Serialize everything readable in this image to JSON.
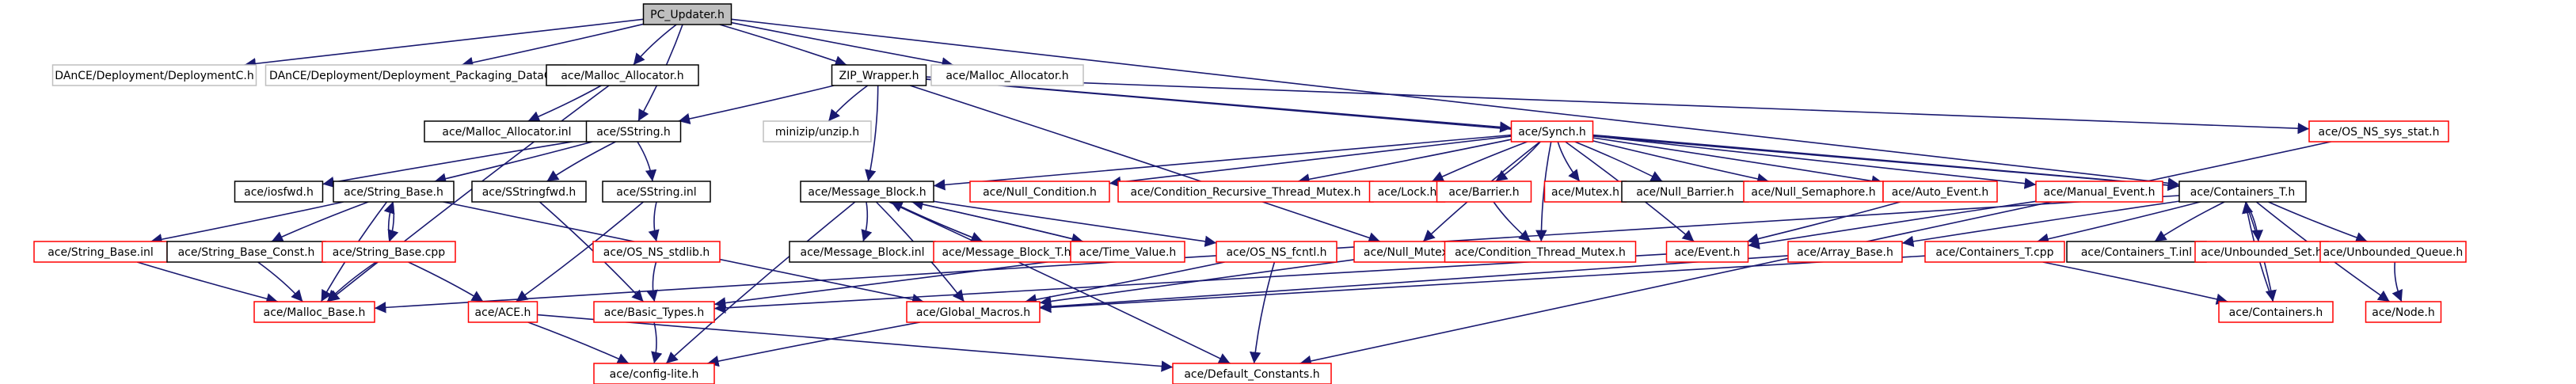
{
  "nodes": [
    {
      "id": "pc_updater",
      "label": "PC_Updater.h",
      "style": "root"
    },
    {
      "id": "deploymentc",
      "label": "DAnCE/Deployment/DeploymentC.h",
      "style": "plain"
    },
    {
      "id": "deployment_packaging",
      "label": "DAnCE/Deployment/Deployment_Packaging_DataC.h",
      "style": "plain"
    },
    {
      "id": "malloc_allocator_h_b",
      "label": "ace/Malloc_Allocator.h",
      "style": "black"
    },
    {
      "id": "zip_wrapper",
      "label": "ZIP_Wrapper.h",
      "style": "black"
    },
    {
      "id": "malloc_allocator_h_p",
      "label": "ace/Malloc_Allocator.h",
      "style": "plain"
    },
    {
      "id": "malloc_allocator_inl",
      "label": "ace/Malloc_Allocator.inl",
      "style": "black"
    },
    {
      "id": "sstring_h",
      "label": "ace/SString.h",
      "style": "black"
    },
    {
      "id": "minizip_unzip",
      "label": "minizip/unzip.h",
      "style": "plain"
    },
    {
      "id": "synch_h",
      "label": "ace/Synch.h",
      "style": "red"
    },
    {
      "id": "os_ns_sys_stat",
      "label": "ace/OS_NS_sys_stat.h",
      "style": "red"
    },
    {
      "id": "iosfwd",
      "label": "ace/iosfwd.h",
      "style": "black"
    },
    {
      "id": "string_base_h",
      "label": "ace/String_Base.h",
      "style": "black"
    },
    {
      "id": "sstringfwd",
      "label": "ace/SStringfwd.h",
      "style": "black"
    },
    {
      "id": "sstring_inl",
      "label": "ace/SString.inl",
      "style": "black"
    },
    {
      "id": "message_block_h",
      "label": "ace/Message_Block.h",
      "style": "black"
    },
    {
      "id": "null_condition",
      "label": "ace/Null_Condition.h",
      "style": "red"
    },
    {
      "id": "cond_recursive",
      "label": "ace/Condition_Recursive_Thread_Mutex.h",
      "style": "red"
    },
    {
      "id": "lock_h",
      "label": "ace/Lock.h",
      "style": "red"
    },
    {
      "id": "barrier_h",
      "label": "ace/Barrier.h",
      "style": "red"
    },
    {
      "id": "mutex_h",
      "label": "ace/Mutex.h",
      "style": "red"
    },
    {
      "id": "null_barrier",
      "label": "ace/Null_Barrier.h",
      "style": "black"
    },
    {
      "id": "null_semaphore",
      "label": "ace/Null_Semaphore.h",
      "style": "red"
    },
    {
      "id": "auto_event",
      "label": "ace/Auto_Event.h",
      "style": "red"
    },
    {
      "id": "manual_event",
      "label": "ace/Manual_Event.h",
      "style": "red"
    },
    {
      "id": "containers_t_h",
      "label": "ace/Containers_T.h",
      "style": "black"
    },
    {
      "id": "string_base_inl",
      "label": "ace/String_Base.inl",
      "style": "red"
    },
    {
      "id": "string_base_const",
      "label": "ace/String_Base_Const.h",
      "style": "black"
    },
    {
      "id": "string_base_cpp",
      "label": "ace/String_Base.cpp",
      "style": "red"
    },
    {
      "id": "os_ns_stdlib",
      "label": "ace/OS_NS_stdlib.h",
      "style": "red"
    },
    {
      "id": "message_block_inl",
      "label": "ace/Message_Block.inl",
      "style": "black"
    },
    {
      "id": "message_block_t",
      "label": "ace/Message_Block_T.h",
      "style": "red"
    },
    {
      "id": "time_value",
      "label": "ace/Time_Value.h",
      "style": "red"
    },
    {
      "id": "os_ns_fcntl",
      "label": "ace/OS_NS_fcntl.h",
      "style": "red"
    },
    {
      "id": "null_mutex",
      "label": "ace/Null_Mutex.h",
      "style": "red"
    },
    {
      "id": "cond_thread_mutex",
      "label": "ace/Condition_Thread_Mutex.h",
      "style": "red"
    },
    {
      "id": "event_h",
      "label": "ace/Event.h",
      "style": "red"
    },
    {
      "id": "array_base",
      "label": "ace/Array_Base.h",
      "style": "red"
    },
    {
      "id": "containers_t_cpp",
      "label": "ace/Containers_T.cpp",
      "style": "red"
    },
    {
      "id": "containers_t_inl",
      "label": "ace/Containers_T.inl",
      "style": "black"
    },
    {
      "id": "unbounded_set",
      "label": "ace/Unbounded_Set.h",
      "style": "red"
    },
    {
      "id": "unbounded_queue",
      "label": "ace/Unbounded_Queue.h",
      "style": "red"
    },
    {
      "id": "malloc_base",
      "label": "ace/Malloc_Base.h",
      "style": "red"
    },
    {
      "id": "ace_h",
      "label": "ace/ACE.h",
      "style": "red"
    },
    {
      "id": "basic_types",
      "label": "ace/Basic_Types.h",
      "style": "red"
    },
    {
      "id": "global_macros",
      "label": "ace/Global_Macros.h",
      "style": "red"
    },
    {
      "id": "containers_h",
      "label": "ace/Containers.h",
      "style": "red"
    },
    {
      "id": "node_h",
      "label": "ace/Node.h",
      "style": "red"
    },
    {
      "id": "config_lite",
      "label": "ace/config-lite.h",
      "style": "red"
    },
    {
      "id": "default_constants",
      "label": "ace/Default_Constants.h",
      "style": "red"
    }
  ],
  "edges": [
    [
      "pc_updater",
      "deploymentc"
    ],
    [
      "pc_updater",
      "deployment_packaging"
    ],
    [
      "pc_updater",
      "malloc_allocator_h_b"
    ],
    [
      "pc_updater",
      "zip_wrapper"
    ],
    [
      "pc_updater",
      "malloc_allocator_h_p"
    ],
    [
      "pc_updater",
      "sstring_h"
    ],
    [
      "pc_updater",
      "containers_t_h"
    ],
    [
      "malloc_allocator_h_b",
      "malloc_allocator_inl"
    ],
    [
      "malloc_allocator_h_b",
      "malloc_base"
    ],
    [
      "zip_wrapper",
      "sstring_h"
    ],
    [
      "zip_wrapper",
      "minizip_unzip"
    ],
    [
      "zip_wrapper",
      "synch_h"
    ],
    [
      "zip_wrapper",
      "os_ns_sys_stat"
    ],
    [
      "zip_wrapper",
      "message_block_h"
    ],
    [
      "zip_wrapper",
      "containers_t_h"
    ],
    [
      "zip_wrapper",
      "null_mutex"
    ],
    [
      "sstring_h",
      "iosfwd"
    ],
    [
      "sstring_h",
      "string_base_h"
    ],
    [
      "sstring_h",
      "sstringfwd"
    ],
    [
      "sstring_h",
      "sstring_inl"
    ],
    [
      "synch_h",
      "null_condition"
    ],
    [
      "synch_h",
      "cond_recursive"
    ],
    [
      "synch_h",
      "lock_h"
    ],
    [
      "synch_h",
      "barrier_h"
    ],
    [
      "synch_h",
      "mutex_h"
    ],
    [
      "synch_h",
      "null_barrier"
    ],
    [
      "synch_h",
      "null_semaphore"
    ],
    [
      "synch_h",
      "auto_event"
    ],
    [
      "synch_h",
      "manual_event"
    ],
    [
      "synch_h",
      "containers_t_h"
    ],
    [
      "synch_h",
      "cond_thread_mutex"
    ],
    [
      "synch_h",
      "event_h"
    ],
    [
      "synch_h",
      "null_mutex"
    ],
    [
      "synch_h",
      "message_block_h"
    ],
    [
      "os_ns_sys_stat",
      "default_constants"
    ],
    [
      "string_base_h",
      "string_base_inl"
    ],
    [
      "string_base_h",
      "string_base_const"
    ],
    [
      "string_base_h",
      "string_base_cpp"
    ],
    [
      "string_base_h",
      "malloc_base"
    ],
    [
      "string_base_h",
      "global_macros"
    ],
    [
      "string_base_cpp",
      "string_base_h"
    ],
    [
      "string_base_cpp",
      "ace_h"
    ],
    [
      "string_base_cpp",
      "malloc_base"
    ],
    [
      "sstringfwd",
      "basic_types"
    ],
    [
      "sstring_inl",
      "os_ns_stdlib"
    ],
    [
      "sstring_inl",
      "ace_h"
    ],
    [
      "string_base_inl",
      "malloc_base"
    ],
    [
      "string_base_const",
      "malloc_base"
    ],
    [
      "os_ns_stdlib",
      "basic_types"
    ],
    [
      "message_block_h",
      "message_block_inl"
    ],
    [
      "message_block_h",
      "message_block_t"
    ],
    [
      "message_block_h",
      "time_value"
    ],
    [
      "message_block_h",
      "os_ns_fcntl"
    ],
    [
      "message_block_h",
      "global_macros"
    ],
    [
      "message_block_h",
      "config_lite"
    ],
    [
      "message_block_h",
      "default_constants"
    ],
    [
      "message_block_t",
      "message_block_h"
    ],
    [
      "time_value",
      "message_block_h"
    ],
    [
      "time_value",
      "basic_types"
    ],
    [
      "os_ns_fcntl",
      "global_macros"
    ],
    [
      "os_ns_fcntl",
      "default_constants"
    ],
    [
      "null_mutex",
      "global_macros"
    ],
    [
      "barrier_h",
      "cond_thread_mutex"
    ],
    [
      "auto_event",
      "event_h"
    ],
    [
      "manual_event",
      "event_h"
    ],
    [
      "event_h",
      "basic_types"
    ],
    [
      "containers_t_h",
      "array_base"
    ],
    [
      "containers_t_h",
      "containers_t_cpp"
    ],
    [
      "containers_t_h",
      "containers_t_inl"
    ],
    [
      "containers_t_h",
      "unbounded_set"
    ],
    [
      "containers_t_h",
      "unbounded_queue"
    ],
    [
      "containers_t_h",
      "containers_h"
    ],
    [
      "containers_t_h",
      "node_h"
    ],
    [
      "containers_t_h",
      "malloc_base"
    ],
    [
      "containers_h",
      "containers_t_h"
    ],
    [
      "containers_t_cpp",
      "containers_h"
    ],
    [
      "containers_t_cpp",
      "global_macros"
    ],
    [
      "array_base",
      "global_macros"
    ],
    [
      "unbounded_queue",
      "node_h"
    ],
    [
      "ace_h",
      "config_lite"
    ],
    [
      "ace_h",
      "default_constants"
    ],
    [
      "basic_types",
      "config_lite"
    ],
    [
      "global_macros",
      "config_lite"
    ]
  ],
  "colors": {
    "edge": "#191970",
    "red_border": "#ff0000",
    "black_border": "#000000",
    "plain_border": "#bfbfbf",
    "root_fill": "#bfbfbf",
    "text": "#000000"
  }
}
